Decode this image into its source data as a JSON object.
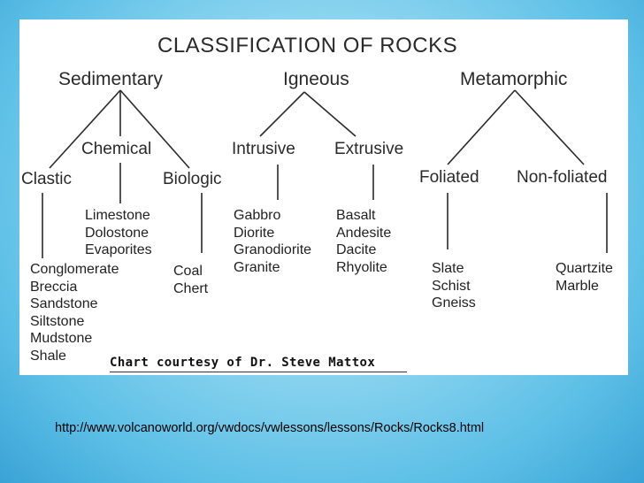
{
  "title": "CLASSIFICATION OF ROCKS",
  "categories": {
    "sedimentary": {
      "label": "Sedimentary",
      "clastic": {
        "label": "Clastic",
        "examples": [
          "Conglomerate",
          "Breccia",
          "Sandstone",
          "Siltstone",
          "Mudstone",
          "Shale"
        ]
      },
      "chemical": {
        "label": "Chemical",
        "examples": [
          "Limestone",
          "Dolostone",
          "Evaporites"
        ]
      },
      "biologic": {
        "label": "Biologic",
        "examples": [
          "Coal",
          "Chert"
        ]
      }
    },
    "igneous": {
      "label": "Igneous",
      "intrusive": {
        "label": "Intrusive",
        "examples": [
          "Gabbro",
          "Diorite",
          "Granodiorite",
          "Granite"
        ]
      },
      "extrusive": {
        "label": "Extrusive",
        "examples": [
          "Basalt",
          "Andesite",
          "Dacite",
          "Rhyolite"
        ]
      }
    },
    "metamorphic": {
      "label": "Metamorphic",
      "foliated": {
        "label": "Foliated",
        "examples": [
          "Slate",
          "Schist",
          "Gneiss"
        ]
      },
      "non_foliated": {
        "label": "Non-foliated",
        "examples": [
          "Quartzite",
          "Marble"
        ]
      }
    }
  },
  "credit": "Chart courtesy of Dr. Steve Mattox",
  "url": "http://www.volcanoworld.org/vwdocs/vwlessons/lessons/Rocks/Rocks8.html"
}
